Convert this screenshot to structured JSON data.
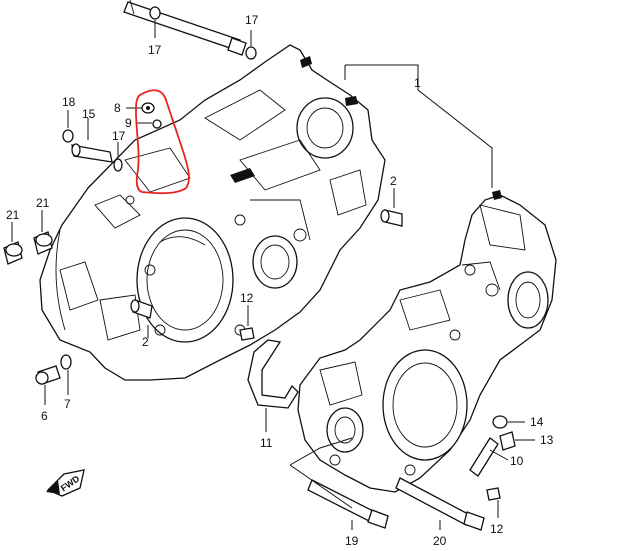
{
  "callouts": {
    "c1": "1",
    "c2a": "2",
    "c2b": "2",
    "c6": "6",
    "c7": "7",
    "c8": "8",
    "c9": "9",
    "c10": "10",
    "c11": "11",
    "c12a": "12",
    "c12b": "12",
    "c13": "13",
    "c14": "14",
    "c15": "15",
    "c17a": "17",
    "c17b": "17",
    "c17c": "17",
    "c18": "18",
    "c19": "19",
    "c20": "20",
    "c21a": "21",
    "c21b": "21"
  },
  "fwd": {
    "label": "FWD"
  },
  "colors": {
    "highlight": "#e8231f",
    "ink": "#111111"
  }
}
